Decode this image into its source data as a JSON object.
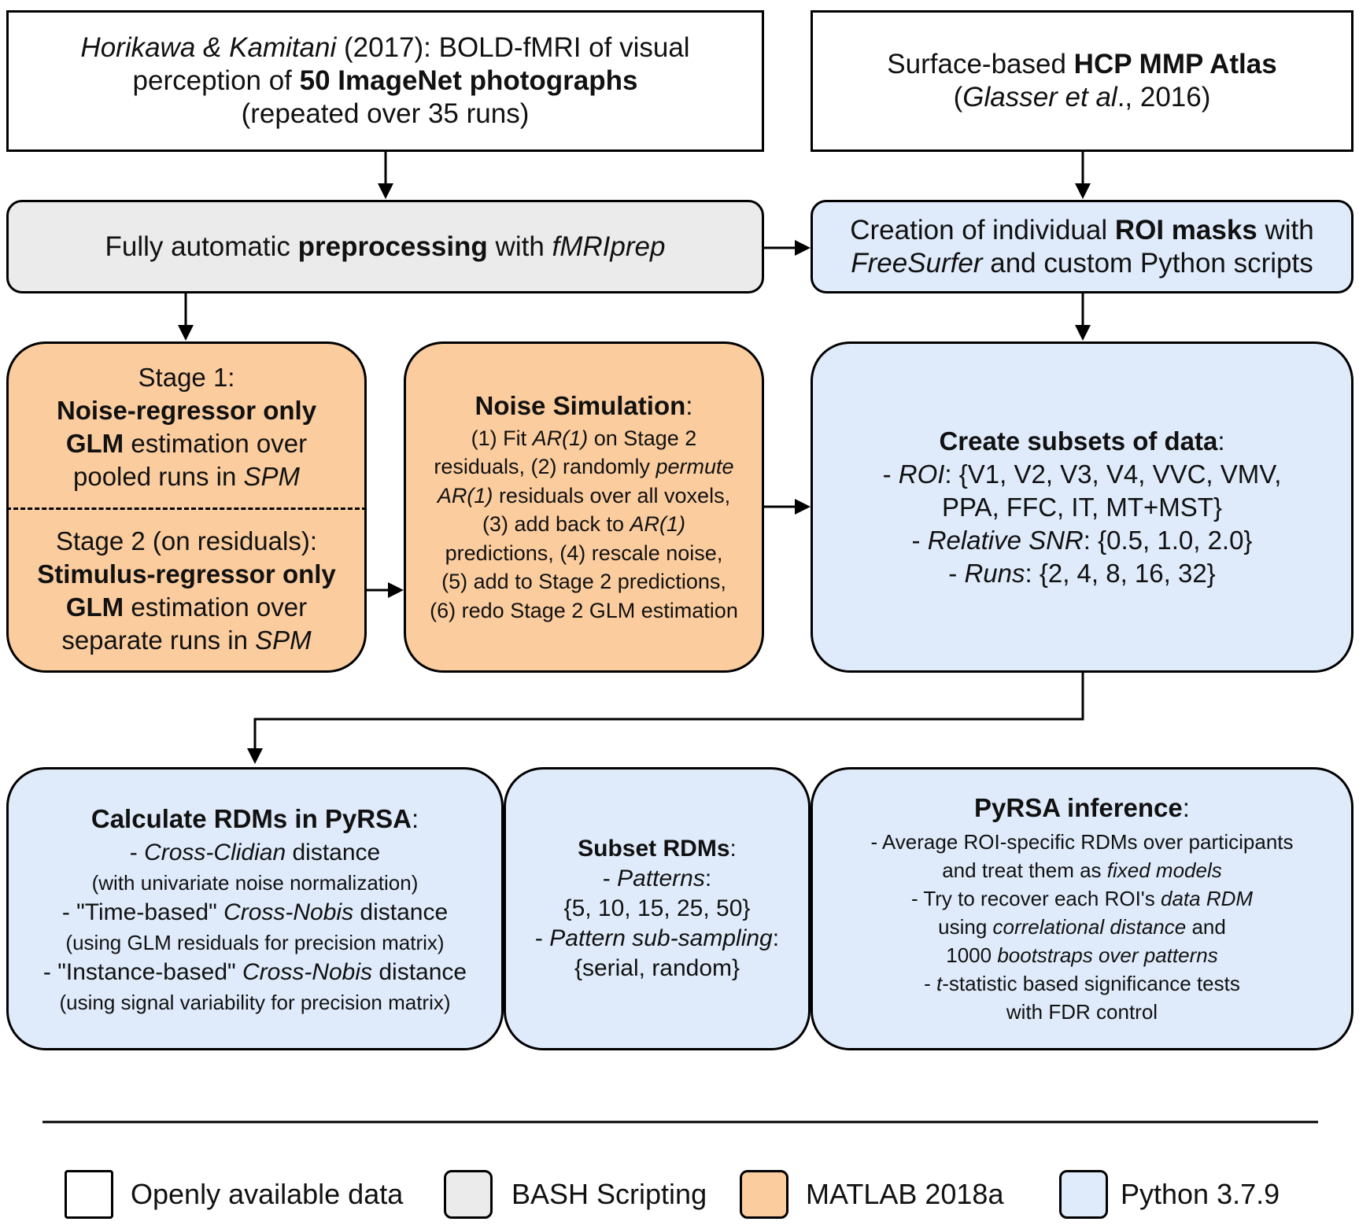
{
  "box_data": {
    "segments": [
      {
        "t": "Horikawa & Kamitani",
        "i": true
      },
      {
        "t": " (2017): BOLD-fMRI of visual"
      }
    ]
  },
  "boxes": {
    "data_source": {
      "lines": [
        [
          {
            "t": "Horikawa & Kamitani",
            "i": true
          },
          {
            "t": " (2017): BOLD-fMRI of visual"
          }
        ],
        [
          {
            "t": "perception of "
          },
          {
            "t": "50 ImageNet photographs",
            "b": true
          }
        ],
        [
          {
            "t": "(repeated over 35 runs)"
          }
        ]
      ]
    },
    "atlas": {
      "lines": [
        [
          {
            "t": "Surface-based "
          },
          {
            "t": "HCP MMP Atlas",
            "b": true
          }
        ],
        [
          {
            "t": "("
          },
          {
            "t": "Glasser et al",
            "i": true
          },
          {
            "t": "., 2016)"
          }
        ]
      ]
    },
    "preprocessing": {
      "lines": [
        [
          {
            "t": "Fully automatic "
          },
          {
            "t": "preprocessing",
            "b": true
          },
          {
            "t": " with "
          },
          {
            "t": "fMRIprep",
            "i": true
          }
        ]
      ]
    },
    "roi_masks": {
      "lines": [
        [
          {
            "t": "Creation of individual "
          },
          {
            "t": "ROI masks",
            "b": true
          },
          {
            "t": " with"
          }
        ],
        [
          {
            "t": "FreeSurfer",
            "i": true
          },
          {
            "t": " and custom Python scripts"
          }
        ]
      ]
    },
    "stage1": {
      "lines": [
        [
          {
            "t": "Stage 1:"
          }
        ],
        [
          {
            "t": "Noise-regressor only",
            "b": true
          }
        ],
        [
          {
            "t": "GLM",
            "b": true
          },
          {
            "t": " estimation over"
          }
        ],
        [
          {
            "t": "pooled runs in "
          },
          {
            "t": "SPM",
            "i": true
          }
        ]
      ]
    },
    "stage2": {
      "lines": [
        [
          {
            "t": "Stage 2 (on residuals):"
          }
        ],
        [
          {
            "t": "Stimulus-regressor only",
            "b": true
          }
        ],
        [
          {
            "t": "GLM",
            "b": true
          },
          {
            "t": " estimation over"
          }
        ],
        [
          {
            "t": "separate runs in "
          },
          {
            "t": "SPM",
            "i": true
          }
        ]
      ]
    },
    "noise_sim": {
      "title": [
        {
          "t": "Noise Simulation",
          "b": true
        },
        {
          "t": ":"
        }
      ],
      "lines": [
        [
          {
            "t": "(1) Fit "
          },
          {
            "t": "AR(1)",
            "i": true
          },
          {
            "t": " on Stage 2"
          }
        ],
        [
          {
            "t": "residuals, (2) randomly "
          },
          {
            "t": "permute",
            "i": true
          }
        ],
        [
          {
            "t": "AR(1)",
            "i": true
          },
          {
            "t": " residuals over all voxels,"
          }
        ],
        [
          {
            "t": "(3) add back to "
          },
          {
            "t": "AR(1)",
            "i": true
          }
        ],
        [
          {
            "t": "predictions, (4) rescale noise,"
          }
        ],
        [
          {
            "t": "(5) add to Stage 2 predictions,"
          }
        ],
        [
          {
            "t": "(6) redo Stage 2 GLM estimation"
          }
        ]
      ]
    },
    "subsets": {
      "lines": [
        [
          {
            "t": "Create subsets of data",
            "b": true
          },
          {
            "t": ":"
          }
        ],
        [
          {
            "t": "- "
          },
          {
            "t": "ROI",
            "i": true
          },
          {
            "t": ": {V1, V2, V3, V4, VVC, VMV,"
          }
        ],
        [
          {
            "t": "PPA, FFC, IT, MT+MST}"
          }
        ],
        [
          {
            "t": "- "
          },
          {
            "t": "Relative SNR",
            "i": true
          },
          {
            "t": ": {0.5, 1.0, 2.0}"
          }
        ],
        [
          {
            "t": "- "
          },
          {
            "t": "Runs",
            "i": true
          },
          {
            "t": ": {2, 4, 8, 16, 32}"
          }
        ]
      ]
    },
    "calc_rdms": {
      "lines": [
        [
          {
            "t": "Calculate RDMs in PyRSA",
            "b": true
          },
          {
            "t": ":"
          }
        ],
        [
          {
            "t": "- "
          },
          {
            "t": "Cross-Clidian",
            "i": true
          },
          {
            "t": " distance"
          }
        ],
        [
          {
            "t": "(with univariate noise normalization)",
            "s": true
          }
        ],
        [
          {
            "t": "- \"Time-based\" "
          },
          {
            "t": "Cross-Nobis",
            "i": true
          },
          {
            "t": " distance"
          }
        ],
        [
          {
            "t": "(using GLM residuals for precision matrix)",
            "s": true
          }
        ],
        [
          {
            "t": "- \"Instance-based\" "
          },
          {
            "t": "Cross-Nobis",
            "i": true
          },
          {
            "t": " distance"
          }
        ],
        [
          {
            "t": "(using signal variability for precision matrix)",
            "s": true
          }
        ]
      ]
    },
    "subset_rdms": {
      "lines": [
        [
          {
            "t": "Subset RDMs",
            "b": true
          },
          {
            "t": ":"
          }
        ],
        [
          {
            "t": "- "
          },
          {
            "t": "Patterns",
            "i": true
          },
          {
            "t": ":"
          }
        ],
        [
          {
            "t": "{5, 10, 15, 25, 50}"
          }
        ],
        [
          {
            "t": "- "
          },
          {
            "t": "Pattern sub-sampling",
            "i": true
          },
          {
            "t": ":"
          }
        ],
        [
          {
            "t": "{serial, random}"
          }
        ]
      ]
    },
    "inference": {
      "title": [
        {
          "t": "PyRSA inference",
          "b": true
        },
        {
          "t": ":"
        }
      ],
      "lines": [
        [
          {
            "t": "- Average ROI-specific RDMs over participants"
          }
        ],
        [
          {
            "t": "and treat them as "
          },
          {
            "t": "fixed models",
            "i": true
          }
        ],
        [
          {
            "t": "- Try to recover each ROI's "
          },
          {
            "t": "data RDM",
            "i": true
          }
        ],
        [
          {
            "t": "using "
          },
          {
            "t": "correlational distance",
            "i": true
          },
          {
            "t": " and"
          }
        ],
        [
          {
            "t": "1000 "
          },
          {
            "t": "bootstraps over patterns",
            "i": true
          }
        ],
        [
          {
            "t": "- "
          },
          {
            "t": "t",
            "i": true
          },
          {
            "t": "-statistic based significance tests"
          }
        ],
        [
          {
            "t": "with FDR control"
          }
        ]
      ]
    }
  },
  "legend": {
    "items": [
      {
        "label": "Openly available data",
        "color": "#ffffff"
      },
      {
        "label": "BASH Scripting",
        "color": "#ebebeb"
      },
      {
        "label": "MATLAB 2018a",
        "color": "#fbcc9e"
      },
      {
        "label": "Python 3.7.9",
        "color": "#dfebfb"
      }
    ]
  }
}
